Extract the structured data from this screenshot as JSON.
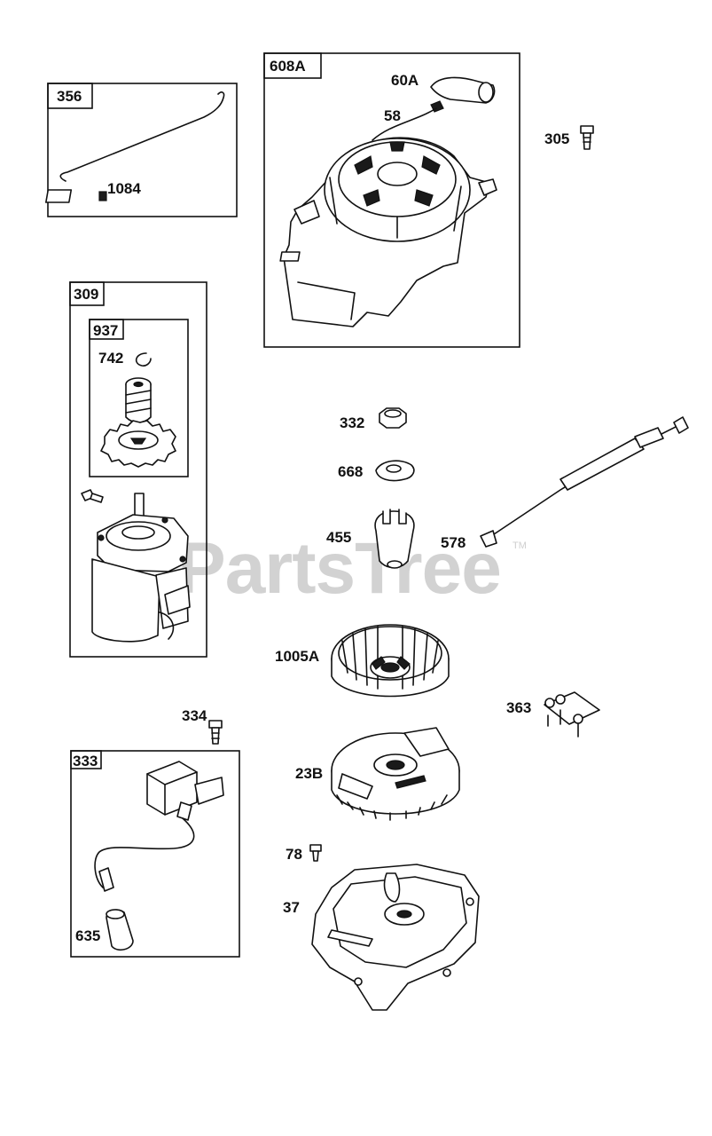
{
  "watermark": {
    "text": "PartsTree",
    "trademark": "TM"
  },
  "boxes": {
    "b356": "356",
    "b608A": "608A",
    "b309": "309",
    "b937": "937",
    "b333": "333"
  },
  "labels": {
    "p60A": "60A",
    "p58": "58",
    "p305": "305",
    "p1084": "1084",
    "p742": "742",
    "p332": "332",
    "p668": "668",
    "p455": "455",
    "p578": "578",
    "p1005A": "1005A",
    "p363": "363",
    "p334": "334",
    "p23B": "23B",
    "p78": "78",
    "p37": "37",
    "p635": "635"
  }
}
